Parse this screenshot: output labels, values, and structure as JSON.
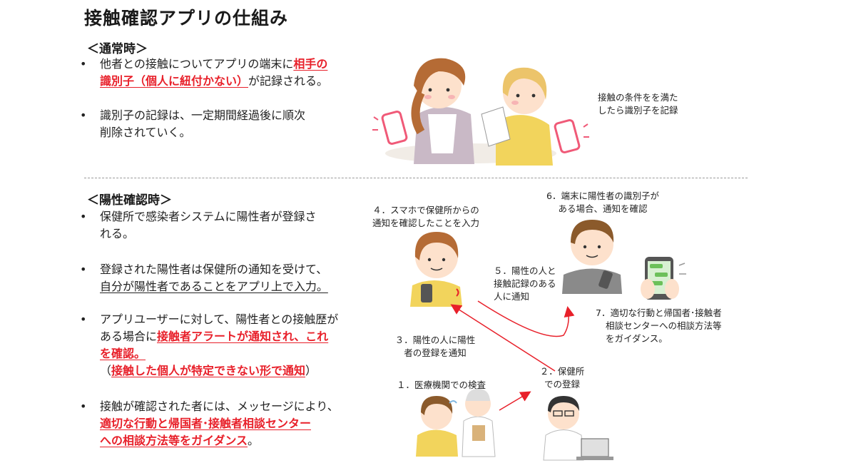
{
  "title": "接触確認アプリの仕組み",
  "normal": {
    "heading": "＜通常時＞",
    "bullet1": {
      "dot": "•",
      "a": "他者との接触についてアプリの端末に",
      "b": "相手の",
      "c": "識別子（個人に紐付かない）",
      "d": "が記録される。"
    },
    "bullet2": {
      "dot": "•",
      "line1": "識別子の記録は、一定期間経過後に順次",
      "line2": "削除されていく。"
    },
    "caption": {
      "line1": "接触の条件をを満た",
      "line2": "したら識別子を記録"
    }
  },
  "positive": {
    "heading": "＜陽性確認時＞",
    "bullet1": {
      "dot": "•",
      "line1": "保健所で感染者システムに陽性者が登録さ",
      "line2": "れる。"
    },
    "bullet2": {
      "dot": "•",
      "line1": "登録された陽性者は保健所の通知を受けて、",
      "line2": "自分が陽性者であることをアプリ上で入力。"
    },
    "bullet3": {
      "dot": "•",
      "line1": "アプリユーザーに対して、陽性者との接触歴が",
      "line2a": "ある場合に",
      "line2b": "接触者アラートが通知され、これ",
      "line3": "を確認。",
      "line4a": "（",
      "line4b": "接触した個人が特定できない形で通知",
      "line4c": "）"
    },
    "bullet4": {
      "dot": "•",
      "line1": "接触が確認された者には、メッセージにより、",
      "line2": "適切な行動と帰国者･接触者相談センター",
      "line3a": "への相談方法等をガイダンス",
      "line3b": "。"
    }
  },
  "steps": {
    "s1": "１．医療機関での検査",
    "s2": {
      "line1": "２．保健所",
      "line2": "での登録"
    },
    "s3": {
      "line1": "３．陽性の人に陽性",
      "line2": "者の登録を通知"
    },
    "s4": {
      "line1": "４．スマホで保健所からの",
      "line2": "通知を確認したことを入力"
    },
    "s5": {
      "line1": "５．陽性の人と",
      "line2": "接触記録のある",
      "line3": "人に通知"
    },
    "s6": {
      "line1": "6．端末に陽性者の識別子が",
      "line2": "ある場合、通知を確認"
    },
    "s7": {
      "line1": "7．適切な行動と帰国者･接触者",
      "line2": "相談センターへの相談方法等",
      "line3": "をガイダンス。"
    }
  },
  "colors": {
    "accent_red": "#e8202a",
    "phone_pink": "#f05a78",
    "arrow_red": "#e8202a"
  }
}
